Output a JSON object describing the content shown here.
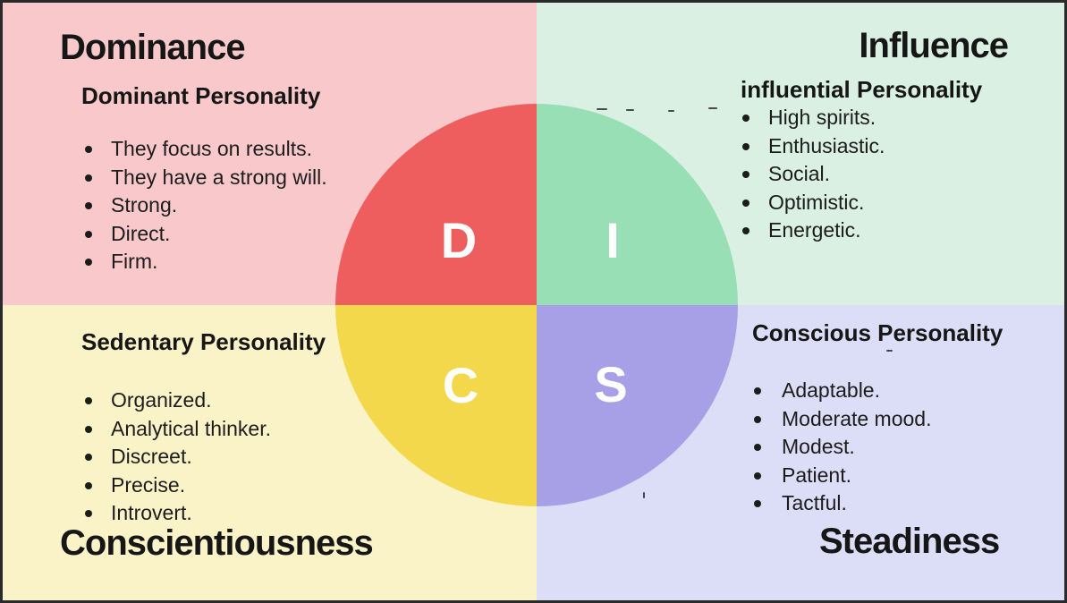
{
  "diagram": {
    "type": "DISC personality quadrant diagram",
    "text_color": "#161616",
    "letter_color": "#ffffff",
    "border_color": "#2a2a2a",
    "quadrants": [
      {
        "key": "D",
        "title": "Dominance",
        "subtitle": "Dominant Personality",
        "letter": "D",
        "bg_color": "#f8c8ca",
        "circle_color": "#ee5e5f",
        "bullets": [
          "They focus on results.",
          "They have a strong will.",
          "Strong.",
          "Direct.",
          "Firm."
        ]
      },
      {
        "key": "I",
        "title": "Influence",
        "subtitle": "influential Personality",
        "letter": "I",
        "bg_color": "#d9f0e2",
        "circle_color": "#98dfb5",
        "bullets": [
          "High spirits.",
          "Enthusiastic.",
          "Social.",
          "Optimistic.",
          "Energetic."
        ]
      },
      {
        "key": "C",
        "title": "Conscientiousness",
        "subtitle": "Sedentary Personality",
        "letter": "C",
        "bg_color": "#fbf3c8",
        "circle_color": "#f4d84b",
        "bullets": [
          "Organized.",
          "Analytical thinker.",
          "Discreet.",
          "Precise.",
          "Introvert."
        ]
      },
      {
        "key": "S",
        "title": "Steadiness",
        "subtitle": "Conscious Personality",
        "letter": "S",
        "bg_color": "#dcddf6",
        "circle_color": "#a7a0e7",
        "bullets": [
          "Adaptable.",
          "Moderate mood.",
          "Modest.",
          "Patient.",
          "Tactful."
        ]
      }
    ]
  }
}
